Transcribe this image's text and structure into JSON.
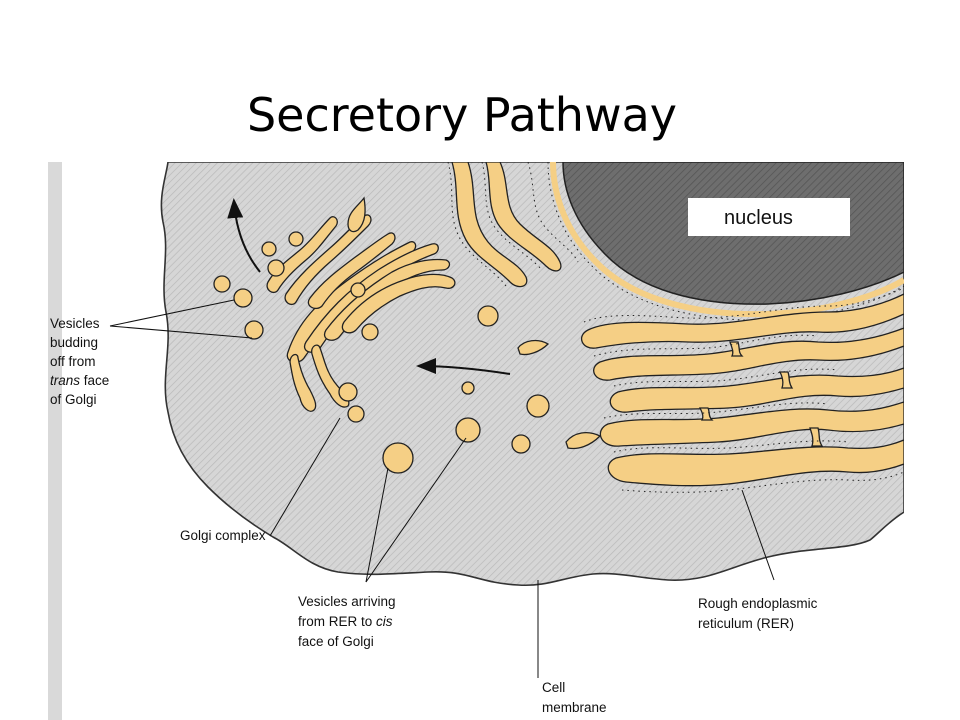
{
  "slide": {
    "title": "Secretory Pathway"
  },
  "diagram": {
    "nucleus_label": "nucleus",
    "labels": {
      "vesicles_budding": {
        "line1": "Vesicles",
        "line2": "budding",
        "line3": "off from",
        "line4_italic": "trans",
        "line4_rest": " face",
        "line5": "of Golgi"
      },
      "golgi_complex": "Golgi complex",
      "vesicles_arriving": {
        "line1": "Vesicles arriving",
        "line2_a": "from RER to ",
        "line2_italic": "cis",
        "line3": "face of Golgi"
      },
      "cell_membrane": {
        "line1": "Cell",
        "line2": "membrane"
      },
      "rer": {
        "line1": "Rough endoplasmic",
        "line2": "reticulum (RER)"
      }
    },
    "colors": {
      "organelle_fill": "#f5cf85",
      "cytoplasm": "#d6d6d6",
      "nucleus": "#6b6b6b",
      "outline": "#222222"
    }
  }
}
